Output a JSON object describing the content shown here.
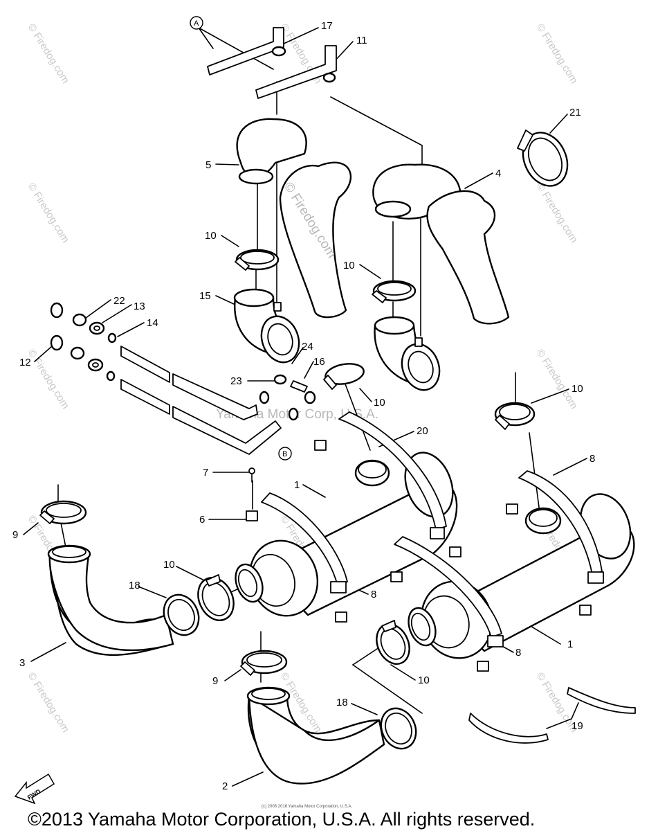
{
  "diagram": {
    "callouts": [
      "17",
      "11",
      "21",
      "5",
      "4",
      "10",
      "10",
      "15",
      "22",
      "13",
      "14",
      "12",
      "24",
      "16",
      "23",
      "10",
      "10",
      "20",
      "8",
      "7",
      "1",
      "6",
      "9",
      "10",
      "18",
      "8",
      "1",
      "8",
      "3",
      "10",
      "9",
      "18",
      "2",
      "19"
    ],
    "circle_labels": [
      "A",
      "B"
    ],
    "watermarks": {
      "side": "© Firedog.com",
      "center": "© Firedog.com",
      "mid": "Yamaha Motor Corp, U.S.A.",
      "tiny": "(c) 2006 2016 Yamaha Motor Corporation, U.S.A."
    },
    "fwd_label": "FWD",
    "footer": "©2013 Yamaha Motor Corporation, U.S.A. All rights reserved."
  }
}
